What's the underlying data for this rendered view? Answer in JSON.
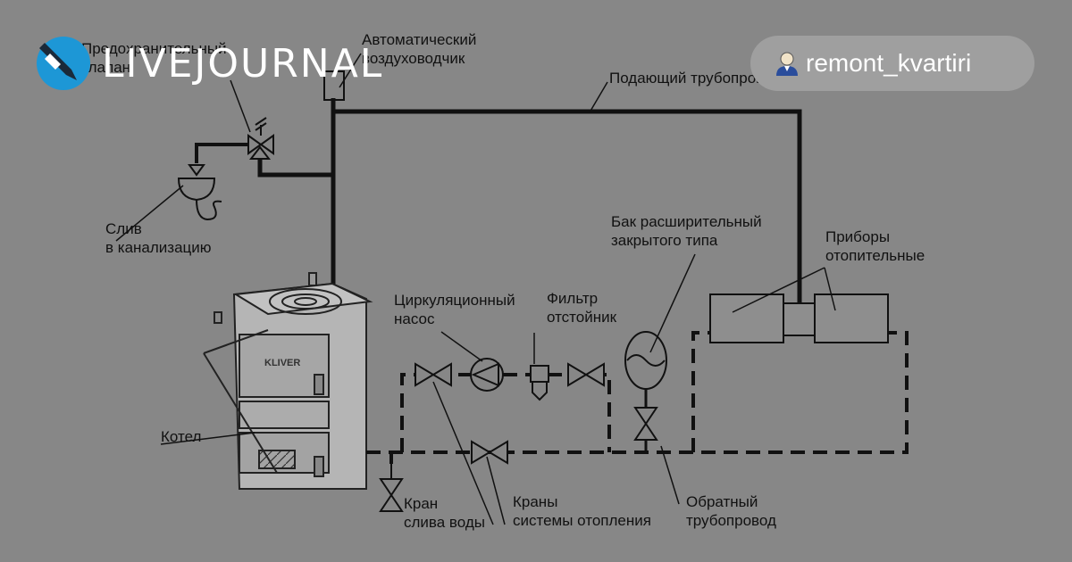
{
  "brand": {
    "logo_text": "LIVEJOURNAL",
    "logo_icon": "livejournal-pencil-icon"
  },
  "user": {
    "username": "remont_kvartiri",
    "icon": "user-avatar-icon"
  },
  "colors": {
    "background": "#878787",
    "line": "#111111",
    "brand_text": "#ffffff",
    "pill": "#9f9f9f",
    "logo_blue": "#1d97d6"
  },
  "diagram": {
    "labels": {
      "safety_valve": [
        "Предохранительный",
        "клапан"
      ],
      "air_vent": [
        "Автоматический",
        "воздуховодчик"
      ],
      "supply_pipe": "Подающий трубопровод",
      "drain_sewer": [
        "Слив",
        "в канализацию"
      ],
      "expansion_tank": [
        "Бак расширительный",
        "закрытого типа"
      ],
      "radiators": [
        "Приборы",
        "отопительные"
      ],
      "circ_pump": [
        "Циркуляционный",
        "насос"
      ],
      "filter": [
        "Фильтр",
        "отстойник"
      ],
      "boiler": "Котел",
      "drain_valve": [
        "Кран",
        "слива воды"
      ],
      "heating_valves": [
        "Краны",
        "системы отопления"
      ],
      "return_pipe": [
        "Обратный",
        "трубопровод"
      ]
    },
    "boiler_brand": "KLIVER"
  }
}
